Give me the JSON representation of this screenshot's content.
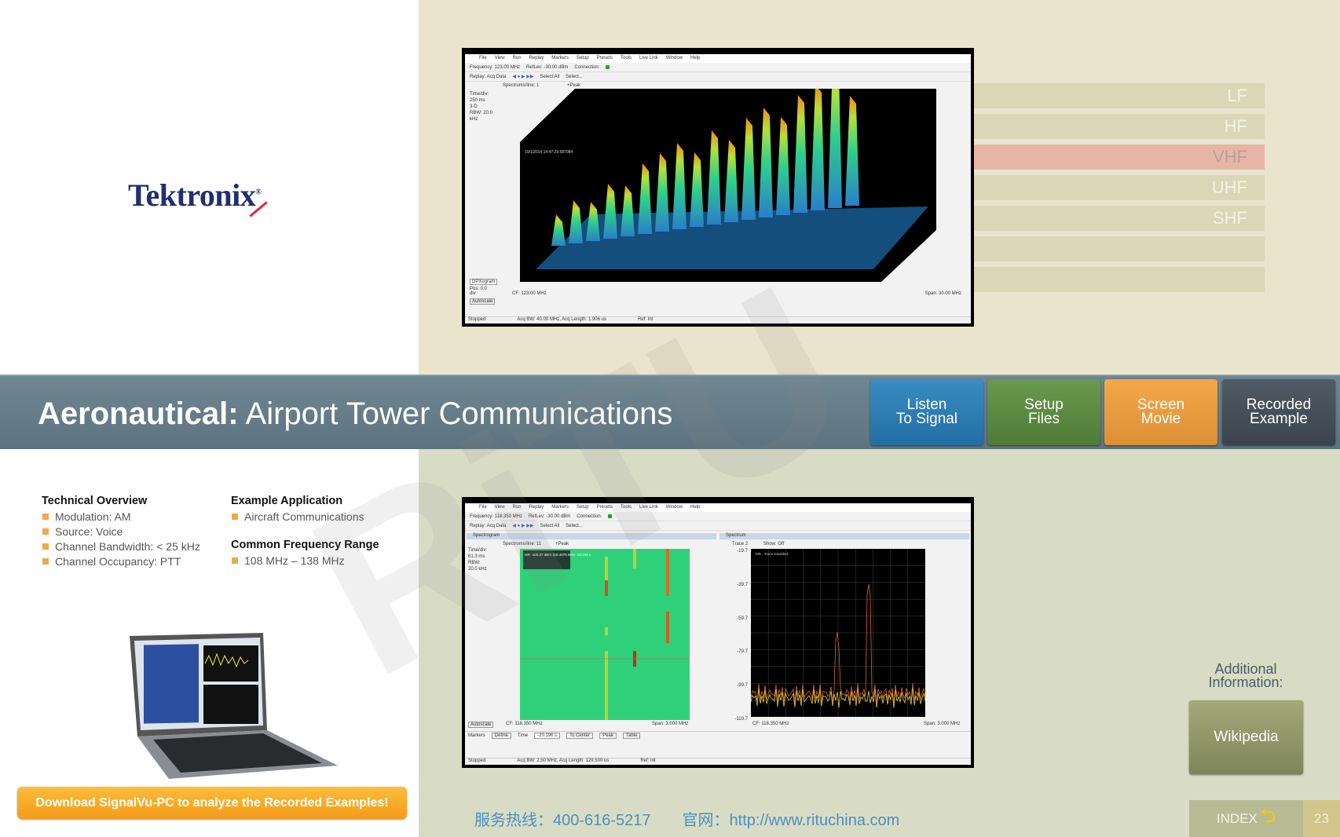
{
  "brand": {
    "logo": "Tektronix"
  },
  "header": {
    "title_bold": "Aeronautical:",
    "title_rest": " Airport Tower Communications"
  },
  "nav_buttons": [
    {
      "label1": "Listen",
      "label2": "To Signal",
      "color": "#2f7fb3"
    },
    {
      "label1": "Setup",
      "label2": "Files",
      "color": "#5e8a45"
    },
    {
      "label1": "Screen",
      "label2": "Movie",
      "color": "#eea043"
    },
    {
      "label1": "Recorded",
      "label2": "Example",
      "color": "#46525d"
    }
  ],
  "technical_overview": {
    "heading": "Technical Overview",
    "items": [
      "Modulation: AM",
      "Source: Voice",
      "Channel Bandwidth: < 25 kHz",
      "Channel Occupancy: PTT"
    ]
  },
  "example_application": {
    "heading": "Example Application",
    "items": [
      "Aircraft Communications"
    ]
  },
  "frequency_range": {
    "heading": "Common Frequency Range",
    "items": [
      "108 MHz – 138 MHz"
    ]
  },
  "download_button": "Download SignalVu-PC to analyze the Recorded Examples!",
  "bands": {
    "items": [
      "LF",
      "HF",
      "VHF",
      "UHF",
      "SHF",
      "",
      ""
    ],
    "selected": "VHF"
  },
  "screenshot_top": {
    "menu": [
      "File",
      "View",
      "Run",
      "Replay",
      "Markers",
      "Setup",
      "Presets",
      "Tools",
      "Live Link",
      "Window",
      "Help"
    ],
    "frequency": "Frequency: 123.00 MHz",
    "reflev": "RefLev: -30.00 dBm",
    "connection": "Connection:",
    "replay": "Replay: Acq Data",
    "select_all": "Select All",
    "select": "Select...",
    "spectrums": "Spectrums/line: 1",
    "peak": "+Peak",
    "time_div": "Time/div: 250 ms",
    "three_d": "3-D",
    "rbw": "RBW: 20.0 kHz",
    "timestamp": "10/1/2014 14:47:29.587084",
    "dropdown": "DPXogram",
    "pos": "Pos: 0.0 div",
    "autoscale": "Autoscale",
    "cf": "CF: 123.00 MHz",
    "span": "Span: 30.00 MHz",
    "status": "Stopped",
    "acq": "Acq BW: 40.00 MHz, Acq Length: 1.906 us",
    "ref": "Ref: Int"
  },
  "screenshot_bottom": {
    "frequency": "Frequency: 118.350 MHz",
    "reflev": "RefLev: -30.00 dBm",
    "connection": "Connection:",
    "spectrogram_title": "Spectrogram",
    "spectrum_title": "Spectrum",
    "spectrums": "Spectrums/line: 11",
    "peak": "+Peak",
    "time_div": "Time/div: 61.3 ms",
    "rbw": "RBW: 20.0 kHz",
    "marker": "MR -100.37 dBm 118.4075 MHz -20.196 s",
    "trace": "Trace 2",
    "show": "Show: Off",
    "trace_disabled": "MR - Trace Disabled",
    "yticks": [
      "-19.7",
      "-39.7",
      "-59.7",
      "-79.7",
      "-99.7",
      "-119.7"
    ],
    "cf": "CF: 118.350 MHz",
    "span": "Span: 3.000 MHz",
    "markers": "Markers",
    "define": "Define",
    "time": "Time",
    "time_val": "-20.196 s",
    "to_center": "To Center",
    "peak_btn": "Peak",
    "table": "Table",
    "status": "Stopped",
    "acq": "Acq BW: 2.50 MHz, Acq Length: 129.500 us",
    "ref": "Ref: Int",
    "autoscale": "Autoscale"
  },
  "additional": {
    "label1": "Additional",
    "label2": "Information:",
    "wikipedia": "Wikipedia"
  },
  "footer": {
    "text": "服务热线：400-616-5217　　官网：http://www.rituchina.com",
    "index": "INDEX",
    "page": "23"
  },
  "watermark": "RiTU"
}
